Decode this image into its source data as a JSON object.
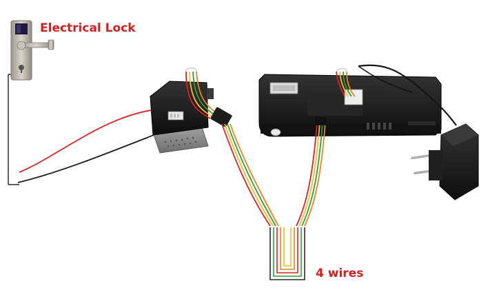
{
  "labels": {
    "electrical_lock": "Electrical Lock",
    "four_wires": "4 wires"
  },
  "colors": {
    "label_red": "#d42020",
    "wire_red": "#e02020",
    "wire_black": "#1a1a1a",
    "wire_white": "#d8d8d8",
    "wire_yellow": "#f0c020",
    "wire_orange": "#f08020",
    "wire_green": "#2e9e3a",
    "device_body": "#1b1b1b",
    "lock_metal": "#b7b2a8",
    "panel_grey": "#8a8a8a"
  },
  "icons": {
    "lock": "door-lock-handle",
    "outdoor_unit": "doorbell-camera-unit",
    "indoor_monitor": "video-monitor",
    "adapter": "power-adapter-plug"
  }
}
